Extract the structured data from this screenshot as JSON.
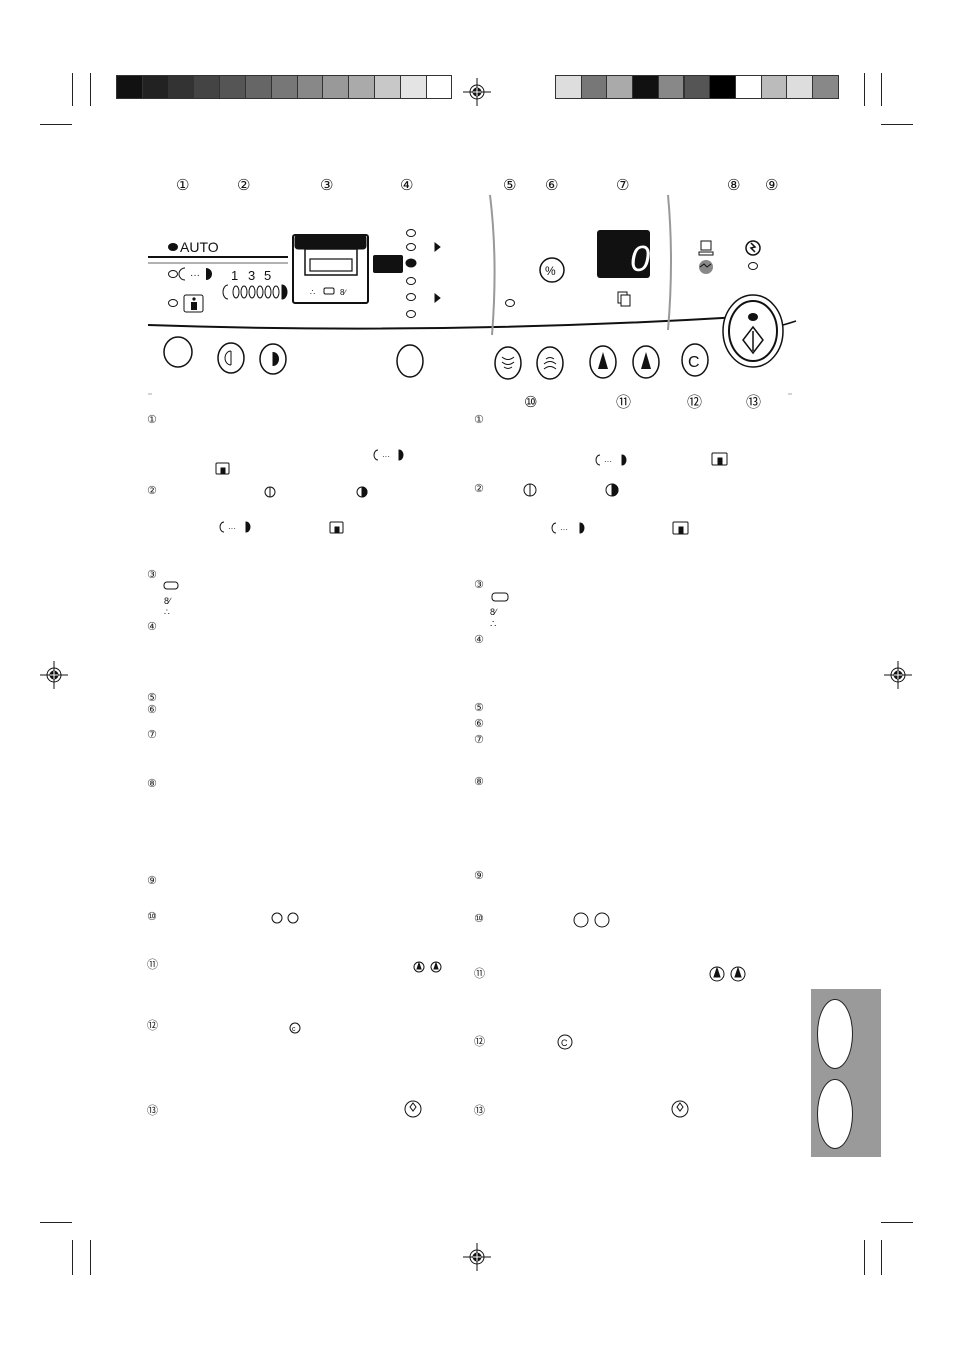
{
  "callouts_top": [
    "①",
    "②",
    "③",
    "④",
    "⑤",
    "⑥",
    "⑦",
    "⑧",
    "⑨"
  ],
  "callouts_bottom": [
    "⑩",
    "⑪",
    "⑫",
    "⑬"
  ],
  "panel": {
    "auto_label": "AUTO",
    "exposure_scale": [
      "1",
      "3",
      "5"
    ],
    "percent_symbol": "%",
    "copy_count": "0",
    "clear_label": "C"
  },
  "left_column": {
    "markers": [
      "①",
      "②",
      "③",
      "④",
      "⑤",
      "⑥",
      "⑦",
      "⑧",
      "⑨",
      "⑩",
      "⑪",
      "⑫",
      "⑬"
    ]
  },
  "right_column": {
    "markers": [
      "①",
      "②",
      "③",
      "④",
      "⑤",
      "⑥",
      "⑦",
      "⑧",
      "⑨",
      "⑩",
      "⑪",
      "⑫",
      "⑬"
    ]
  },
  "colors": {
    "language_tab": "#9a9a9a",
    "display_bg": "#111111",
    "display_digit": "#ffffff"
  },
  "swatches_left": [
    "#111111",
    "#222222",
    "#333333",
    "#444444",
    "#555555",
    "#666666",
    "#777777",
    "#888888",
    "#999999",
    "#aaaaaa",
    "#c8c8c8",
    "#e4e4e4",
    "#ffffff"
  ],
  "swatches_right": [
    "#dddddd",
    "#777777",
    "#aaaaaa",
    "#111111",
    "#888888",
    "#555555",
    "#000000",
    "#ffffff",
    "#bbbbbb",
    "#dddddd",
    "#888888"
  ]
}
